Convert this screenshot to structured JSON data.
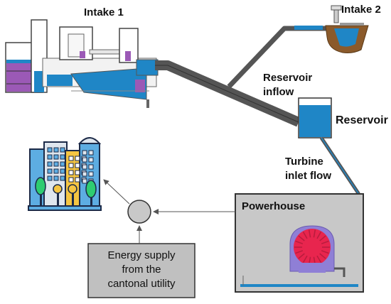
{
  "labels": {
    "intake1": "Intake 1",
    "intake2": "Intake 2",
    "reservoir_inflow_1": "Reservoir",
    "reservoir_inflow_2": "inflow",
    "reservoir": "Reservoir",
    "turbine_inflow_1": "Turbine",
    "turbine_inflow_2": "inlet flow",
    "powerhouse": "Powerhouse",
    "energy_1": "Energy supply",
    "energy_2": "from the",
    "energy_3": "cantonal utility"
  },
  "colors": {
    "water": "#1f86c6",
    "sediment": "#9b59b6",
    "penstock": "#555555",
    "powerhouse_fill": "#c8c8c8",
    "energy_box_fill": "#c0c0c0",
    "turbine": "#e8254e",
    "turbine_housing": "#8f7fd6",
    "intake2_basin": "#8b5a2b"
  },
  "icons": [
    "city-icon",
    "turbine-icon",
    "junction-node-icon"
  ]
}
